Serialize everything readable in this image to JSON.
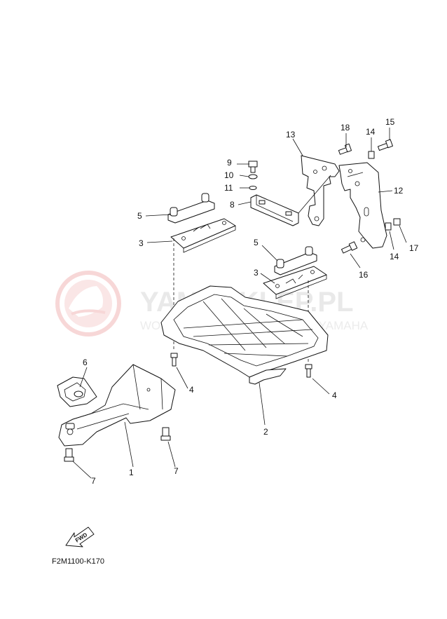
{
  "watermark": {
    "title": "YAMASKLEP.PL",
    "subtitle": "WORLD AUTHORIZED DEALER YAMAHA",
    "logo_color": "#f2b8b8"
  },
  "callouts": [
    {
      "id": "c1",
      "label": "1"
    },
    {
      "id": "c2",
      "label": "2"
    },
    {
      "id": "c3a",
      "label": "3"
    },
    {
      "id": "c3b",
      "label": "3"
    },
    {
      "id": "c4a",
      "label": "4"
    },
    {
      "id": "c4b",
      "label": "4"
    },
    {
      "id": "c5a",
      "label": "5"
    },
    {
      "id": "c5b",
      "label": "5"
    },
    {
      "id": "c6",
      "label": "6"
    },
    {
      "id": "c7a",
      "label": "7"
    },
    {
      "id": "c7b",
      "label": "7"
    },
    {
      "id": "c8",
      "label": "8"
    },
    {
      "id": "c9",
      "label": "9"
    },
    {
      "id": "c10",
      "label": "10"
    },
    {
      "id": "c11",
      "label": "11"
    },
    {
      "id": "c12",
      "label": "12"
    },
    {
      "id": "c13",
      "label": "13"
    },
    {
      "id": "c14a",
      "label": "14"
    },
    {
      "id": "c14b",
      "label": "14"
    },
    {
      "id": "c15",
      "label": "15"
    },
    {
      "id": "c16",
      "label": "16"
    },
    {
      "id": "c17",
      "label": "17"
    },
    {
      "id": "c18",
      "label": "18"
    }
  ],
  "fwd_label": "FWD",
  "diagram_code": "F2M1100-K170"
}
